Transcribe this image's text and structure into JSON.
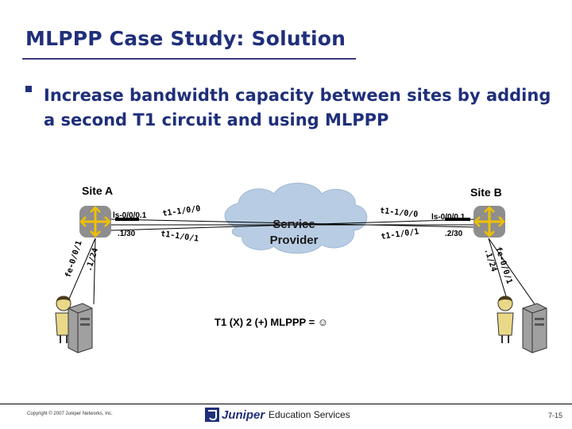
{
  "slide": {
    "title": "MLPPP Case Study: Solution",
    "bullet": "Increase bandwidth capacity between sites by adding a second T1 circuit and using MLPPP"
  },
  "diagram": {
    "site_a": {
      "label": "Site A",
      "ls_interface": "ls-0/0/0.1",
      "ls_address": ".1/30",
      "t1_primary": "t1-1/0/0",
      "t1_secondary": "t1-1/0/1",
      "fe_interface": "fe-0/0/1",
      "fe_address": ".1/24"
    },
    "site_b": {
      "label": "Site B",
      "ls_interface": "ls-0/0/0.1",
      "ls_address": ".2/30",
      "t1_primary": "t1-1/0/0",
      "t1_secondary": "t1-1/0/1",
      "fe_interface": "fe-0/0/1",
      "fe_address": ".1/24"
    },
    "cloud_label": "Service Provider",
    "equation": "T1 (X) 2 (+) MLPPP = ☺"
  },
  "footer": {
    "copyright": "Copyright © 2007 Juniper Networks, Inc.",
    "logo_text": "Juniper",
    "education": "Education Services",
    "page_number": "7-15"
  },
  "colors": {
    "title": "#1f2f7a",
    "router_fill": "#8e8e8e",
    "router_arrow": "#f0c000",
    "cloud": "#b8cde4",
    "person_fill": "#e8d888"
  },
  "icons": [
    "router-icon",
    "cloud-icon",
    "person-icon",
    "server-icon",
    "juniper-logo-icon"
  ]
}
